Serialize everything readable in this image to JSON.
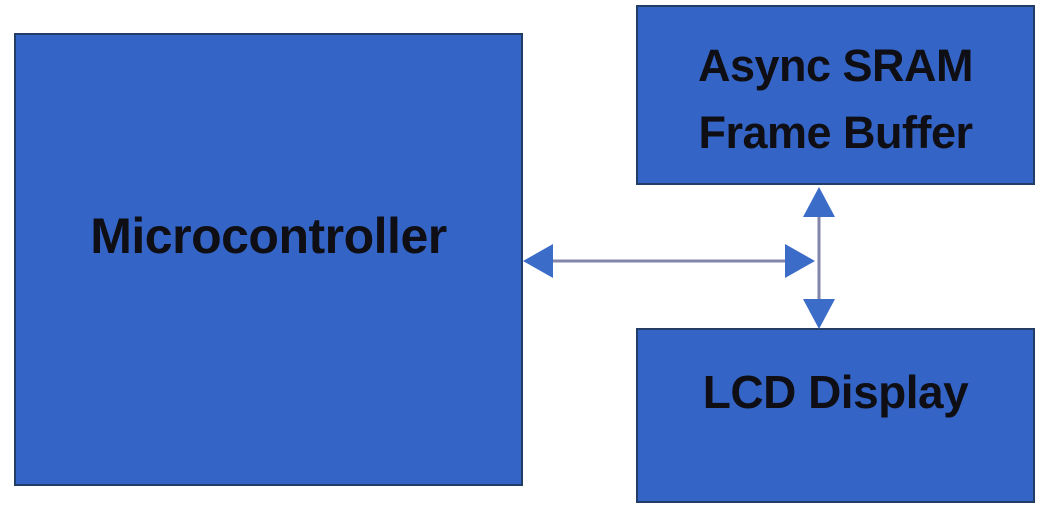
{
  "colors": {
    "background": "#ffffff",
    "block_fill": "#3465c6",
    "block_border": "#223d66",
    "block_text": "#0e0e14",
    "arrow_line": "#8286a8",
    "arrow_head": "#3a6cc8"
  },
  "blocks": {
    "microcontroller": {
      "label": "Microcontroller"
    },
    "frame_buffer": {
      "line1": "Async SRAM",
      "line2": "Frame Buffer"
    },
    "lcd": {
      "label": "LCD Display"
    }
  },
  "connections": [
    {
      "between": [
        "Microcontroller",
        "Async SRAM Frame Buffer"
      ],
      "style": "double-headed-arrow",
      "orientation": "horizontal"
    },
    {
      "between": [
        "Async SRAM Frame Buffer",
        "LCD Display"
      ],
      "style": "double-headed-arrow",
      "orientation": "vertical"
    }
  ]
}
